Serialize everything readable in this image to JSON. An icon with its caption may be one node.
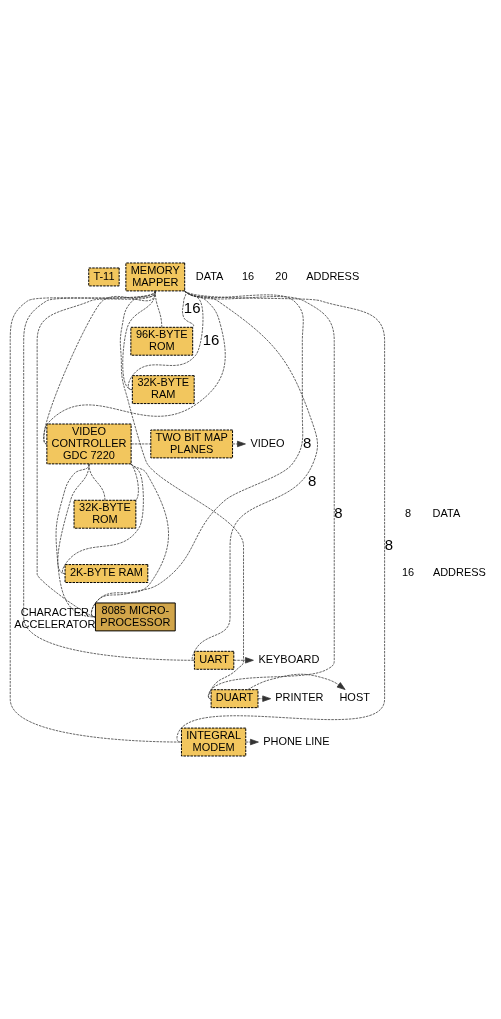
{
  "diagram": {
    "nodes": [
      {
        "text": [
          "T-11"
        ]
      },
      {
        "text": [
          "MEMORY MAPPER"
        ]
      },
      {
        "text": [
          "96K-BYTE ROM"
        ]
      },
      {
        "text": [
          "32K-BYTE RAM"
        ]
      },
      {
        "text": [
          "VIDEO CONTROLLER GDC 7220"
        ]
      },
      {
        "text": [
          "TWO BIT MAP PLANES"
        ]
      },
      {
        "text": [
          "VIDEO"
        ]
      },
      {
        "text": [
          "32K-BYTE ROM"
        ]
      },
      {
        "text": [
          "2K-BYTE RAM"
        ]
      },
      {
        "text": [
          "8085 MICRO- PROCESSOR"
        ],
        "beside": [
          "CHARACTER ACCELERATOR"
        ]
      },
      {
        "text": [
          "UART"
        ]
      },
      {
        "text": [
          "KEYBOARD"
        ]
      },
      {
        "text": [
          "DUART"
        ]
      },
      {
        "text": [
          "PRINTER"
        ]
      },
      {
        "text": [
          "HOST"
        ]
      },
      {
        "text": [
          "INTEGRAL MODEM"
        ]
      },
      {
        "text": [
          "PHONE LINE"
        ]
      }
    ],
    "edges": [
      {
        "from": 1,
        "to": 2,
        "arrow": "none"
      },
      {
        "from": 1,
        "to": 2,
        "arrow": "none",
        "label": "16"
      },
      {
        "from": 1,
        "to": 3,
        "arrow": "none"
      },
      {
        "from": 1,
        "to": 3,
        "arrow": "none",
        "label": "16"
      },
      {
        "from": 1,
        "to": 4,
        "arrow": "none"
      },
      {
        "from": 1,
        "to": 4,
        "arrow": "none"
      },
      {
        "from": 4,
        "to": 5,
        "arrow": "none"
      },
      {
        "from": 5,
        "to": 6,
        "arrow": "to"
      },
      {
        "from": 4,
        "to": 7,
        "arrow": "none"
      },
      {
        "from": 4,
        "to": 7,
        "arrow": "none"
      },
      {
        "from": 4,
        "to": 8,
        "arrow": "none"
      },
      {
        "from": 4,
        "to": 8,
        "arrow": "none"
      },
      {
        "from": 4,
        "to": 9,
        "arrow": "none"
      },
      {
        "from": 4,
        "to": 9,
        "arrow": "none"
      },
      {
        "from": 1,
        "to": 9,
        "arrow": "none"
      },
      {
        "from": 1,
        "to": 9,
        "arrow": "none",
        "label": "8"
      },
      {
        "from": 1,
        "to": 10,
        "arrow": "none"
      },
      {
        "from": 1,
        "to": 10,
        "arrow": "none",
        "label": "8"
      },
      {
        "from": 10,
        "to": 11,
        "arrow": "to"
      },
      {
        "from": 1,
        "to": 12,
        "arrow": "none"
      },
      {
        "from": 1,
        "to": 12,
        "arrow": "none",
        "label": "8"
      },
      {
        "from": 12,
        "to": 13,
        "arrow": "to"
      },
      {
        "from": 12,
        "to": 14,
        "arrow": "to"
      },
      {
        "from": 1,
        "to": 15,
        "arrow": "none"
      },
      {
        "from": 1,
        "to": 15,
        "arrow": "none",
        "label": "8"
      },
      {
        "from": 15,
        "to": 16,
        "arrow": "to"
      }
    ],
    "labels": [
      "DATA",
      "16",
      "20",
      "ADDRESS",
      "8",
      "DATA",
      "16",
      "ADDRESS"
    ]
  }
}
